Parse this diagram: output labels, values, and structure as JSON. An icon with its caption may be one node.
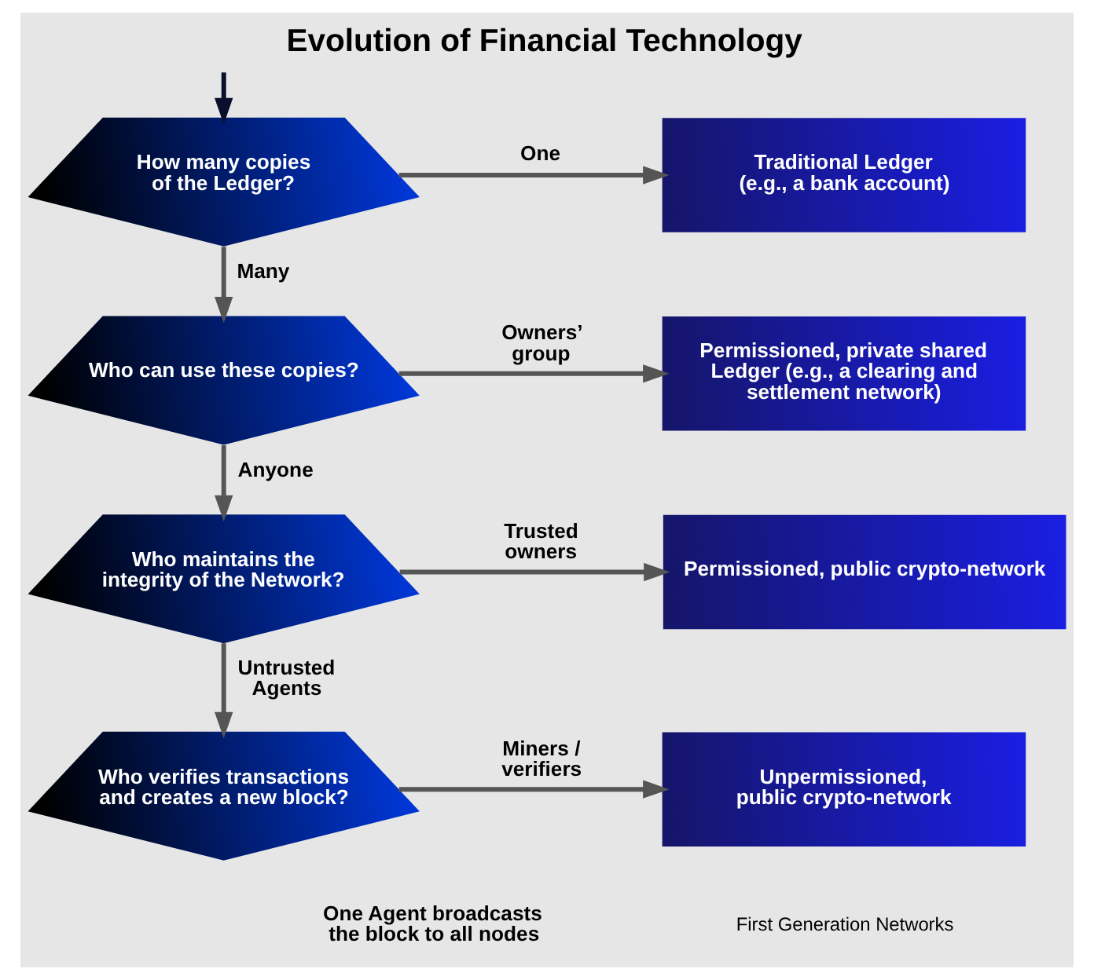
{
  "diagram": {
    "title": "Evolution of Financial Technology",
    "nodes": [
      {
        "text": [
          "How many copies of the Ledger?"
        ]
      },
      {
        "text": [
          "Traditional Ledger (e.g., a bank account)"
        ]
      },
      {
        "text": [
          "Who can use these copies?"
        ]
      },
      {
        "text": [
          "Permissioned, private shared Ledger (e.g., a clearing and settlement network)"
        ]
      },
      {
        "text": [
          "Who maintains the integrity of the Network?"
        ]
      },
      {
        "text": [
          "Permissioned, public crypto-network"
        ]
      },
      {
        "text": [
          "Who verifies transactions and creates a new block?"
        ]
      },
      {
        "text": [
          "Unpermissioned, public crypto-network"
        ],
        "beside": [
          "First Generation Networks"
        ]
      }
    ],
    "edges": [
      {
        "from": null,
        "to": 0,
        "arrow": "to",
        "color": "#0a0f2e"
      },
      {
        "from": 0,
        "to": 1,
        "arrow": "to",
        "label": "One"
      },
      {
        "from": 0,
        "to": 2,
        "arrow": "to",
        "label": "Many"
      },
      {
        "from": 2,
        "to": 3,
        "arrow": "to",
        "label": "Owners’ group"
      },
      {
        "from": 2,
        "to": 4,
        "arrow": "to",
        "label": "Anyone"
      },
      {
        "from": 4,
        "to": 5,
        "arrow": "to",
        "label": "Trusted owners"
      },
      {
        "from": 4,
        "to": 6,
        "arrow": "to",
        "label": "Untrusted Agents"
      },
      {
        "from": 6,
        "to": 7,
        "arrow": "to",
        "label": "Miners / verifiers"
      }
    ],
    "labels": [
      "One Agent broadcasts the block to all nodes"
    ]
  }
}
